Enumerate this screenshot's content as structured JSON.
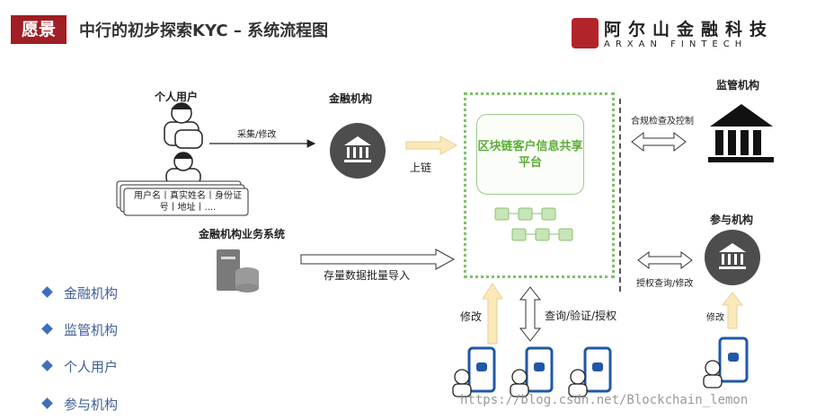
{
  "header": {
    "tag": "愿景",
    "title": "中行的初步探索KYC – 系统流程图"
  },
  "logo": {
    "cn": "阿尔山金融科技",
    "en": "ARXAN FINTECH"
  },
  "nodes": {
    "personal_user": "个人用户",
    "collect_modify": "采集/修改",
    "card_text": "用户名丨真实姓名丨身份证号丨地址丨....",
    "financial_inst": "金融机构",
    "upload": "上链",
    "platform": "区块链客户信息共享平台",
    "business_system": "金融机构业务系统",
    "bulk_import": "存量数据批量导入",
    "regulator": "监管机构",
    "compliance": "合规检查及控制",
    "participant": "参与机构",
    "auth_query": "授权查询/修改",
    "modify_bottom": "修改",
    "query_verify": "查询/验证/授权",
    "modify_right": "修改"
  },
  "bullets": [
    "金融机构",
    "监管机构",
    "个人用户",
    "参与机构"
  ],
  "watermark": "https://blog.csdn.net/Blockchain_lemon",
  "colors": {
    "brand_red": "#a01e24",
    "green": "#5cae36",
    "bullet_blue": "#3e5f96",
    "icon_dark": "#4d4d4d"
  }
}
